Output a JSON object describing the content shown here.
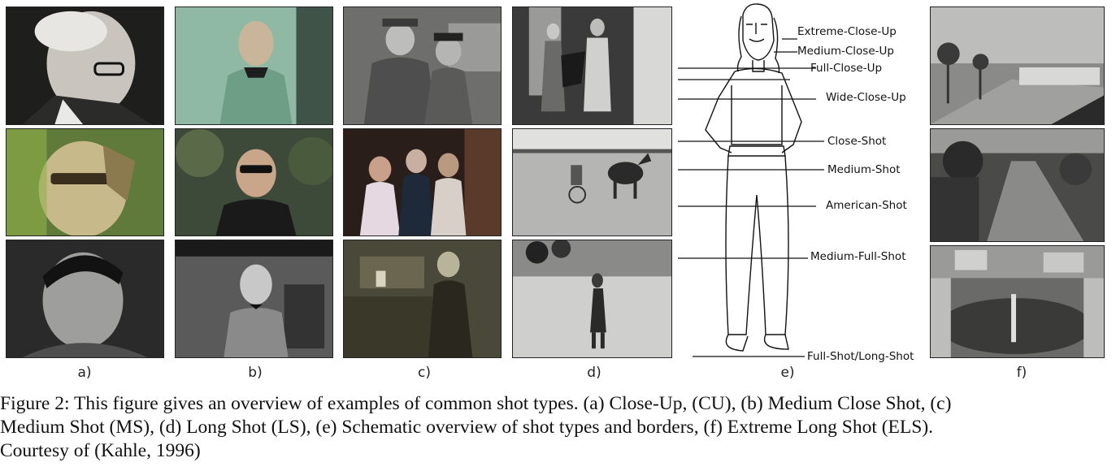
{
  "panel_labels": [
    "a)",
    "b)",
    "c)",
    "d)",
    "e)",
    "f)"
  ],
  "schematic": {
    "shot_labels": [
      "Extreme-Close-Up",
      "Medium-Close-Up",
      "Full-Close-Up",
      "Wide-Close-Up",
      "Close-Shot",
      "Medium-Shot",
      "American-Shot",
      "Medium-Full-Shot",
      "Full-Shot/Long-Shot"
    ]
  },
  "caption": {
    "lines": [
      "Figure 2: This figure gives an overview of examples of common shot types. (a) Close-Up, (CU), (b) Medium Close Shot, (c)",
      "Medium Shot (MS), (d) Long Shot (LS), (e) Schematic overview of shot types and borders, (f) Extreme Long Shot (ELS).",
      "Courtesy of (Kahle, 1996)"
    ]
  }
}
